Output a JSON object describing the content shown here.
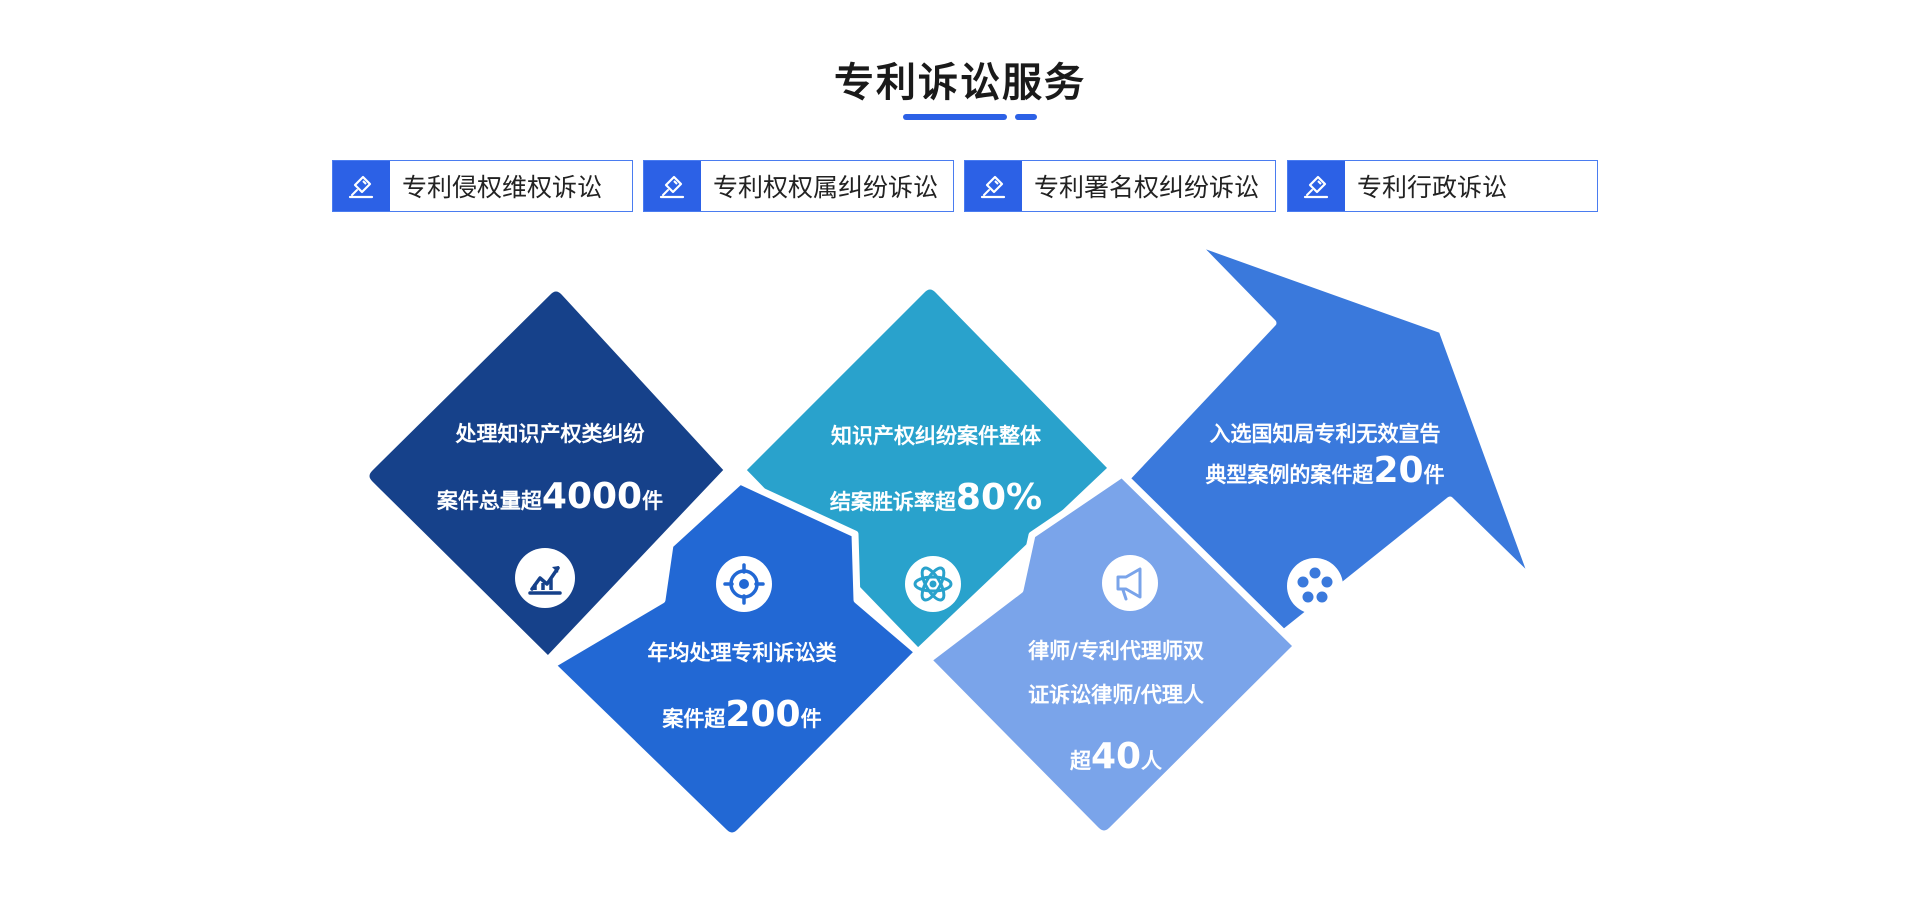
{
  "title": "专利诉讼服务",
  "colors": {
    "accent": "#2c61e6",
    "navy": "#16418a",
    "blue": "#2268d4",
    "teal": "#29a2cc",
    "light_blue": "#7aa4ea",
    "arrow_blue": "#3a79dc"
  },
  "tags": [
    {
      "label": "专利侵权维权诉讼",
      "icon": "gavel-icon"
    },
    {
      "label": "专利权权属纠纷诉讼",
      "icon": "gavel-icon"
    },
    {
      "label": "专利署名权纠纷诉讼",
      "icon": "gavel-icon"
    },
    {
      "label": "专利行政诉讼",
      "icon": "gavel-icon"
    }
  ],
  "panels": {
    "navy": {
      "line1": "处理知识产权类纠纷",
      "line2_prefix": "案件总量超",
      "number": "4000",
      "unit": "件",
      "icon": "trend-chart-icon"
    },
    "blue": {
      "line1": "年均处理专利诉讼类",
      "line2_prefix": "案件超",
      "number": "200",
      "unit": "件",
      "icon": "target-icon"
    },
    "teal": {
      "line1": "知识产权纠纷案件整体",
      "line2_prefix": "结案胜诉率超",
      "number": "80%",
      "unit": "",
      "icon": "atom-icon"
    },
    "light": {
      "line1": "律师/专利代理师双",
      "line2": "证诉讼律师/代理人",
      "line3_prefix": "超",
      "number": "40",
      "unit": "人",
      "icon": "megaphone-icon"
    },
    "arrow": {
      "line1": "入选国知局专利无效宣告",
      "line2_prefix": "典型案例的案件超",
      "number": "20",
      "unit": "件",
      "icon": "film-reel-icon"
    }
  }
}
